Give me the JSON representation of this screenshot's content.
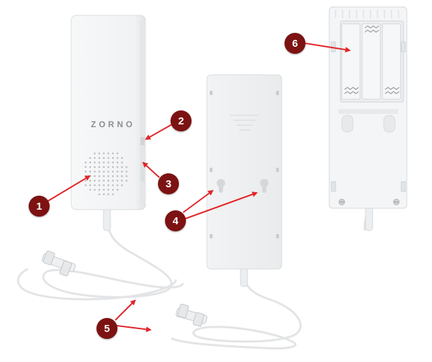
{
  "product": {
    "brand_label": "ZORNO"
  },
  "callouts": [
    {
      "number": "1"
    },
    {
      "number": "2"
    },
    {
      "number": "3"
    },
    {
      "number": "4"
    },
    {
      "number": "5"
    },
    {
      "number": "6"
    }
  ],
  "colors": {
    "badge": "#7d1212",
    "arrow": "#e0262a",
    "device_body": "#f3f4f5",
    "device_edge": "#d9dcdf",
    "cable": "#e4e6e8"
  }
}
